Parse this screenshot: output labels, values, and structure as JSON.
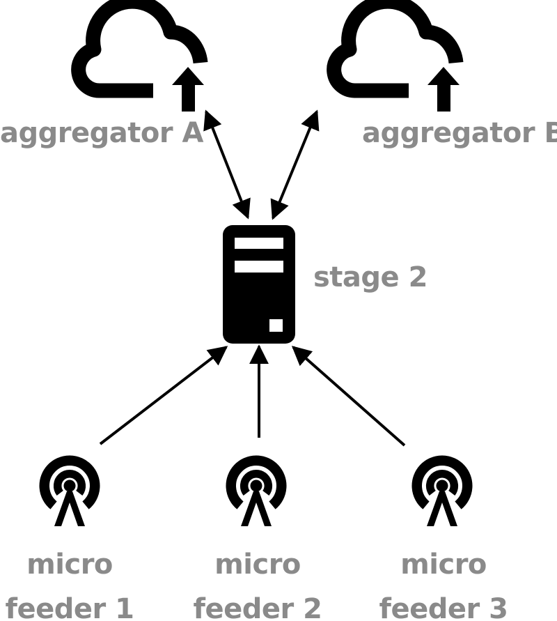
{
  "colors": {
    "icon": "#000000",
    "label": "#8a8a8a",
    "background": "#ffffff"
  },
  "nodes": {
    "aggregator_a": {
      "label": "aggregator A",
      "icon": "cloud-upload-icon"
    },
    "aggregator_b": {
      "label": "aggregator B",
      "icon": "cloud-upload-icon"
    },
    "stage_2": {
      "label": "stage 2",
      "icon": "server-icon"
    },
    "feeders": [
      {
        "line1": "micro",
        "line2": "feeder 1",
        "icon": "antenna-icon"
      },
      {
        "line1": "micro",
        "line2": "feeder 2",
        "icon": "antenna-icon"
      },
      {
        "line1": "micro",
        "line2": "feeder 3",
        "icon": "antenna-icon"
      }
    ]
  },
  "edges": [
    {
      "from": "micro feeder 1",
      "to": "stage 2",
      "direction": "forward"
    },
    {
      "from": "micro feeder 2",
      "to": "stage 2",
      "direction": "forward"
    },
    {
      "from": "micro feeder 3",
      "to": "stage 2",
      "direction": "forward"
    },
    {
      "from": "stage 2",
      "to": "aggregator A",
      "direction": "both"
    },
    {
      "from": "stage 2",
      "to": "aggregator B",
      "direction": "both"
    }
  ]
}
